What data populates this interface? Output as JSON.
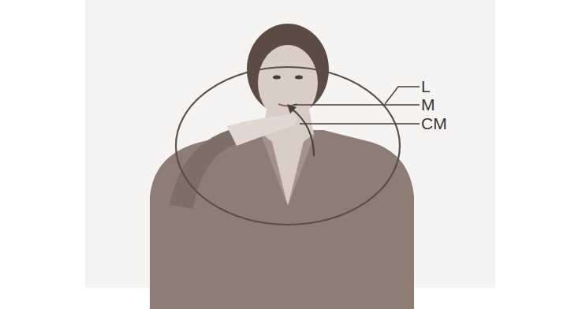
{
  "diagram": {
    "labels": [
      "L",
      "M",
      "CM"
    ]
  }
}
